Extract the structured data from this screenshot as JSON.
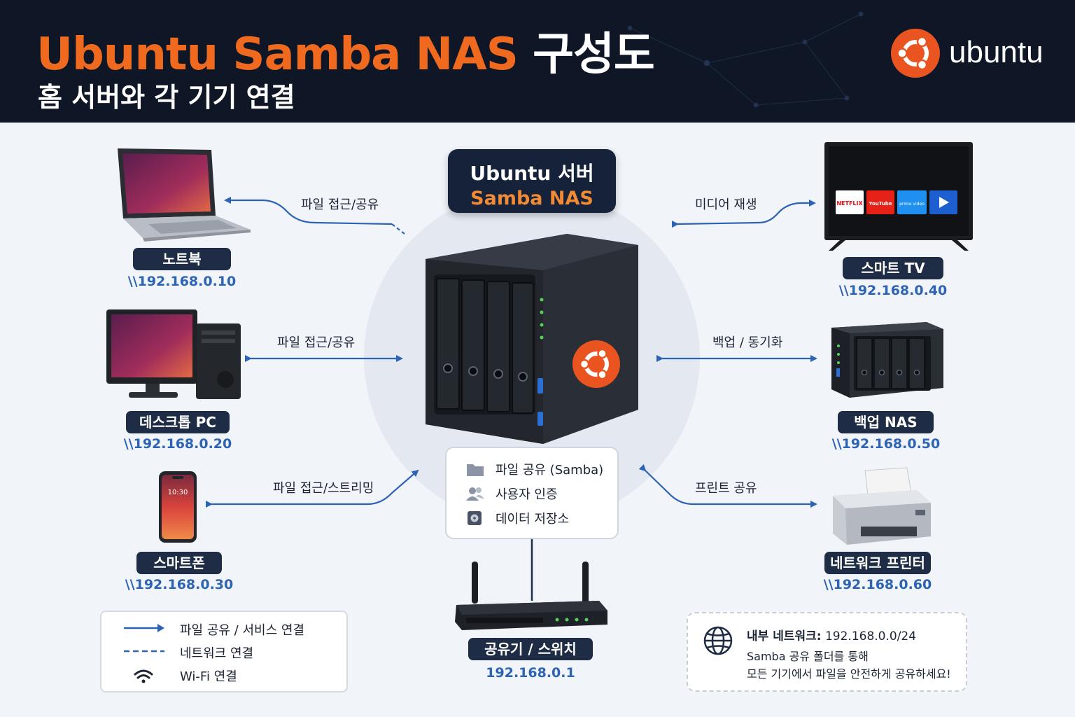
{
  "header": {
    "title_en": "Ubuntu Samba NAS",
    "title_ko": "구성도",
    "subtitle": "홈 서버와 각 기기 연결",
    "brand": "ubuntu"
  },
  "server": {
    "title": "Ubuntu 서버",
    "subtitle": "Samba NAS",
    "features": [
      {
        "icon": "folder-icon",
        "label": "파일 공유 (Samba)"
      },
      {
        "icon": "users-icon",
        "label": "사용자 인증"
      },
      {
        "icon": "hard-drive-icon",
        "label": "데이터 저장소"
      }
    ]
  },
  "devices": {
    "laptop": {
      "label": "노트북",
      "ip": "\\\\192.168.0.10",
      "edge": "파일 접근/공유"
    },
    "desktop": {
      "label": "데스크톱 PC",
      "ip": "\\\\192.168.0.20",
      "edge": "파일 접근/공유"
    },
    "phone": {
      "label": "스마트폰",
      "ip": "\\\\192.168.0.30",
      "edge": "파일 접근/스트리밍",
      "clock": "10:30"
    },
    "tv": {
      "label": "스마트 TV",
      "ip": "\\\\192.168.0.40",
      "edge": "미디어 재생",
      "apps": [
        "NETFLIX",
        "YouTube",
        "prime video"
      ]
    },
    "backup": {
      "label": "백업 NAS",
      "ip": "\\\\192.168.0.50",
      "edge": "백업 / 동기화"
    },
    "printer": {
      "label": "네트워크 프린터",
      "ip": "\\\\192.168.0.60",
      "edge": "프린트 공유"
    },
    "router": {
      "label": "공유기 / 스위치",
      "ip": "192.168.0.1"
    }
  },
  "legend": [
    {
      "icon": "solid-arrow-icon",
      "label": "파일 공유 / 서비스 연결"
    },
    {
      "icon": "dashed-line-icon",
      "label": "네트워크 연결"
    },
    {
      "icon": "wifi-icon",
      "label": "Wi-Fi 연결"
    }
  ],
  "info": {
    "network_label": "내부 네트워크:",
    "network_value": "192.168.0.0/24",
    "line2": "Samba 공유 폴더를 통해",
    "line3": "모든 기기에서 파일을 안전하게 공유하세요!"
  },
  "colors": {
    "accent": "#ef6a1f",
    "header_bg": "#0f1726",
    "label_bg": "#1e2d45",
    "link": "#2d63b4",
    "background": "#f1f4f9"
  }
}
